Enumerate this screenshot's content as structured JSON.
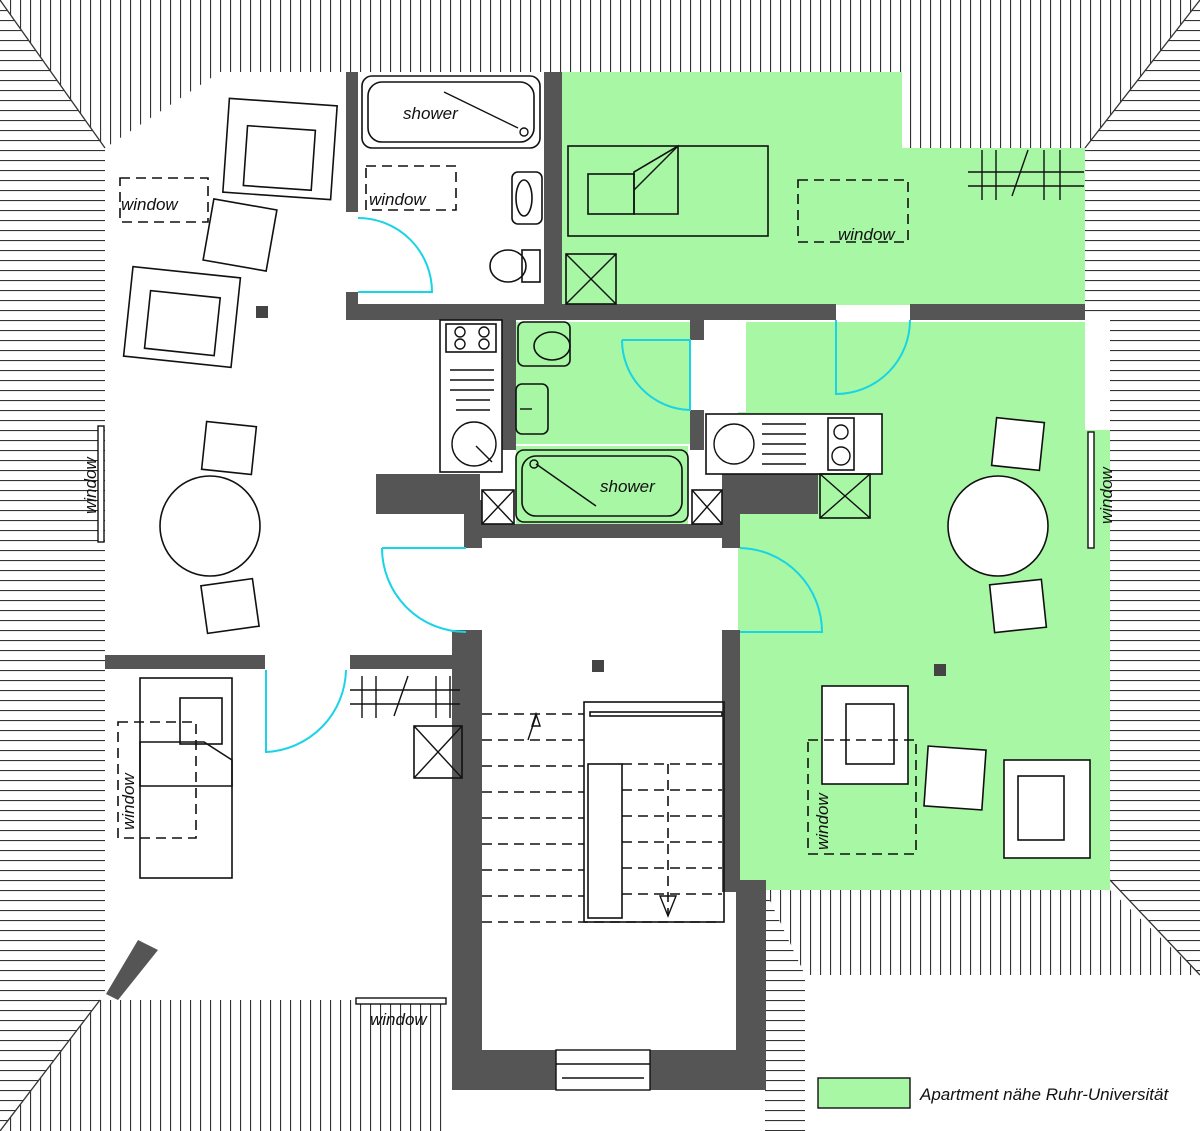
{
  "labels": {
    "shower_top": "shower",
    "shower_mid": "shower",
    "window_top_left": "window",
    "window_bath_top": "window",
    "window_top_right": "window",
    "window_left": "window",
    "window_right": "window",
    "window_lower_left": "window",
    "window_bottom": "window",
    "window_lower_right": "window"
  },
  "legend": {
    "label": "Apartment nähe Ruhr-Universität",
    "color": "#a8f7a5"
  },
  "colors": {
    "wall": "#555555",
    "door": "#19d3e6",
    "apartment": "#a8f7a5"
  }
}
